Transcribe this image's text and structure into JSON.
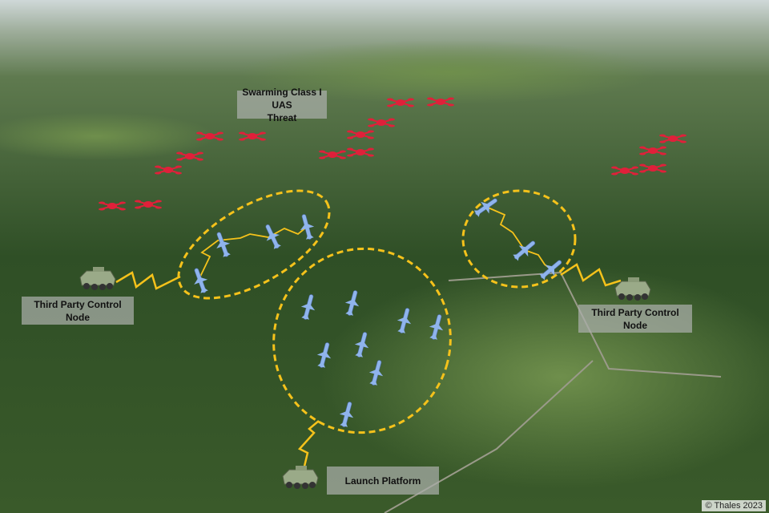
{
  "labels": {
    "threat": [
      "Swarming Class I UAS",
      "Threat"
    ],
    "control_left": [
      "Third Party Control",
      "Node"
    ],
    "control_right": [
      "Third Party Control",
      "Node"
    ],
    "launch": "Launch Platform"
  },
  "copyright": "© Thales 2023",
  "colors": {
    "threat": "#e0203a",
    "missile": "#8fb4ec",
    "link": "#f5c21b"
  }
}
